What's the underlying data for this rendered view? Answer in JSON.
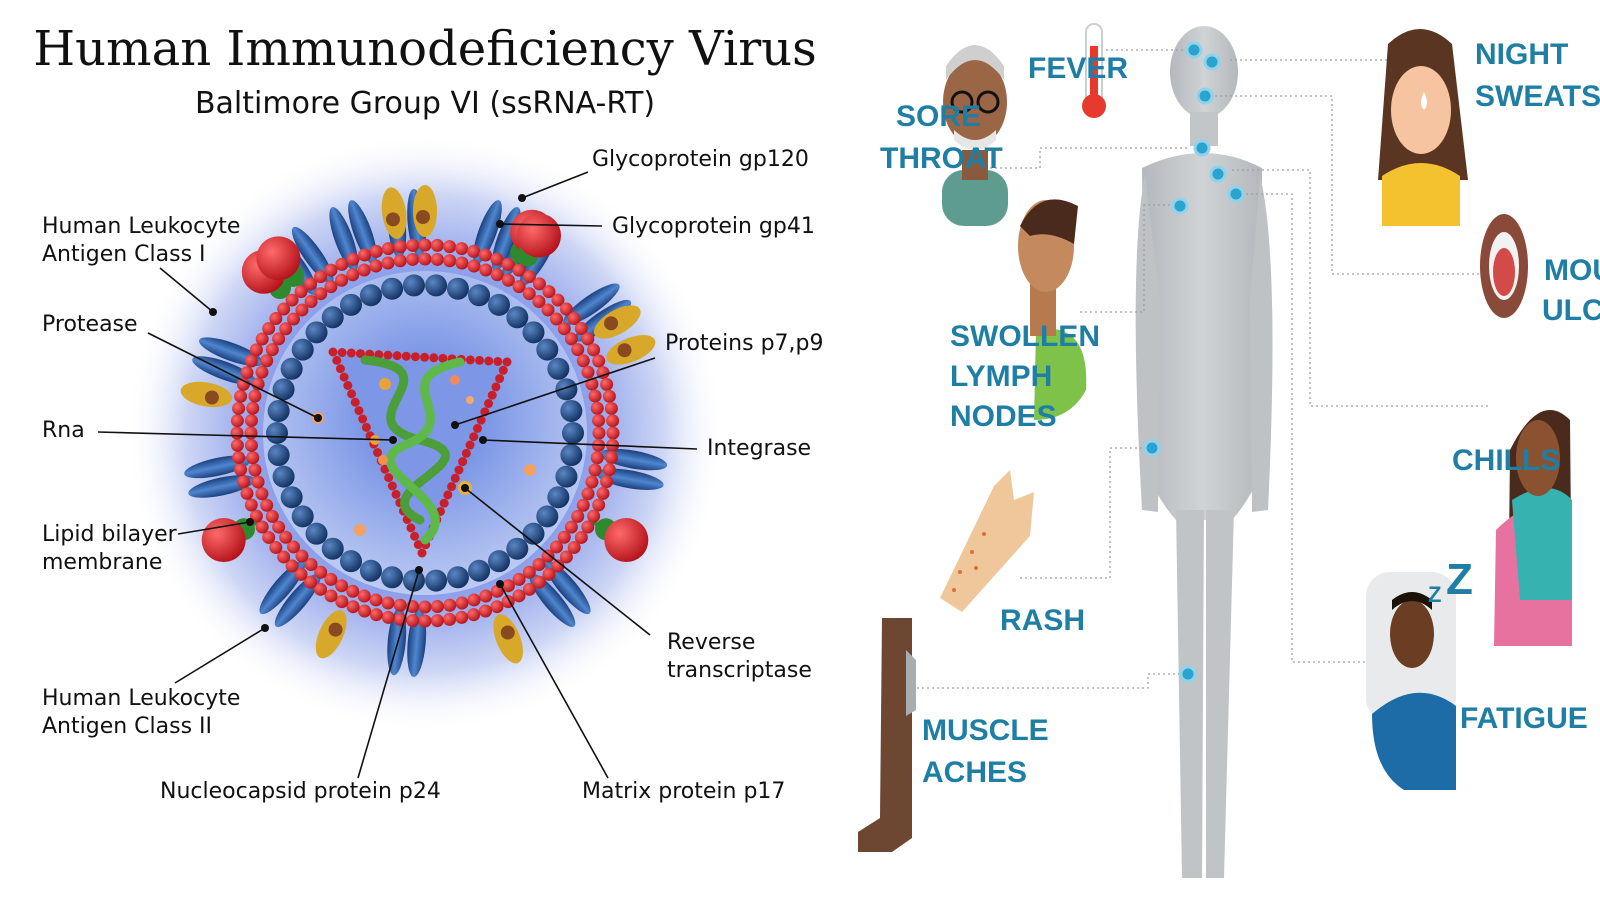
{
  "virus_panel": {
    "title": "Human Immunodeficiency Virus",
    "subtitle": "Baltimore Group  VI (ssRNA-RT)",
    "labels": {
      "gp120": "Glycoprotein  gp120",
      "gp41": "Glycoprotein gp41",
      "hla1_line1": "Human Leukocyte",
      "hla1_line2": "Antigen Class I",
      "protease": "Protease",
      "p7p9": "Proteins p7,p9",
      "rna": "Rna",
      "integrase": "Integrase",
      "lipid_line1": "Lipid bilayer",
      "lipid_line2": "membrane",
      "rt_line1": "Reverse",
      "rt_line2": "transcriptase",
      "hla2_line1": "Human Leukocyte",
      "hla2_line2": "Antigen Class II",
      "p24": "Nucleocapsid protein p24",
      "p17": "Matrix protein p17"
    }
  },
  "symptoms_panel": {
    "fever": "FEVER",
    "sore_throat_1": "SORE",
    "sore_throat_2": "THROAT",
    "night_sweats_1": "NIGHT",
    "night_sweats_2": "SWEATS",
    "mouth_ulcers_1": "MOUTH",
    "mouth_ulcers_2": "ULCERS",
    "swollen_1": "SWOLLEN",
    "swollen_2": "LYMPH",
    "swollen_3": "NODES",
    "chills": "CHILLS",
    "rash": "RASH",
    "fatigue": "FATIGUE",
    "sleep_z_big": "Z",
    "sleep_z_small": "Z",
    "muscle_1": "MUSCLE",
    "muscle_2": "ACHES"
  },
  "colors": {
    "symptom_text": "#1e7ea4",
    "lipid_bead": "#c8202b",
    "matrix_bead": "#1b3f73",
    "rna_strand": "#4c9e3a",
    "glycoprotein_red": "#d5232b",
    "glycoprotein_green": "#2f8a2f",
    "glycoprotein_gold": "#d8a82a",
    "body_silhouette": "#c3c6c9",
    "lymph_node": "#2aa4cf"
  }
}
